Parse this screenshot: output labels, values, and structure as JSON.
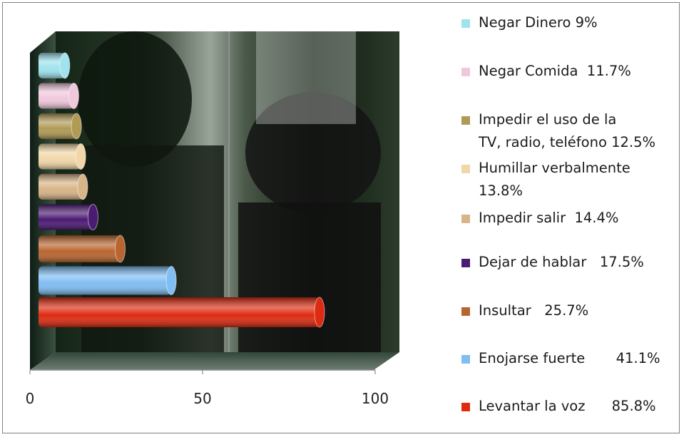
{
  "chart_data": {
    "type": "bar",
    "orientation": "horizontal",
    "xlim": [
      0,
      100
    ],
    "x_ticks": [
      "0",
      "50",
      "100"
    ],
    "grid": false,
    "legend_position": "right",
    "categories": [
      "Negar Dinero",
      "Negar Comida",
      "Impedir el uso de la TV, radio, teléfono",
      "Humillar verbalmente",
      "Impedir salir",
      "Dejar de hablar",
      "Insultar",
      "Enojarse fuerte",
      "Levantar la voz"
    ],
    "values": [
      9,
      11.7,
      12.5,
      13.8,
      14.4,
      17.5,
      25.7,
      41.1,
      85.8
    ],
    "colors": [
      "#9fe3ee",
      "#f0c8dc",
      "#b09a55",
      "#f1d7a8",
      "#d8b487",
      "#4b1a73",
      "#b9652f",
      "#7fbdf2",
      "#dd2a10"
    ],
    "legend": [
      "Negar Dinero 9%",
      "Negar Comida  11.7%",
      "Impedir el uso de la\nTV, radio, teléfono  12.5%",
      "Humillar verbalmente\n13.8%",
      "Impedir salir  14.4%",
      "Dejar de hablar   17.5%",
      "Insultar   25.7%",
      "Enojarse fuerte       41.1%",
      "Levantar la voz      85.8%"
    ]
  }
}
